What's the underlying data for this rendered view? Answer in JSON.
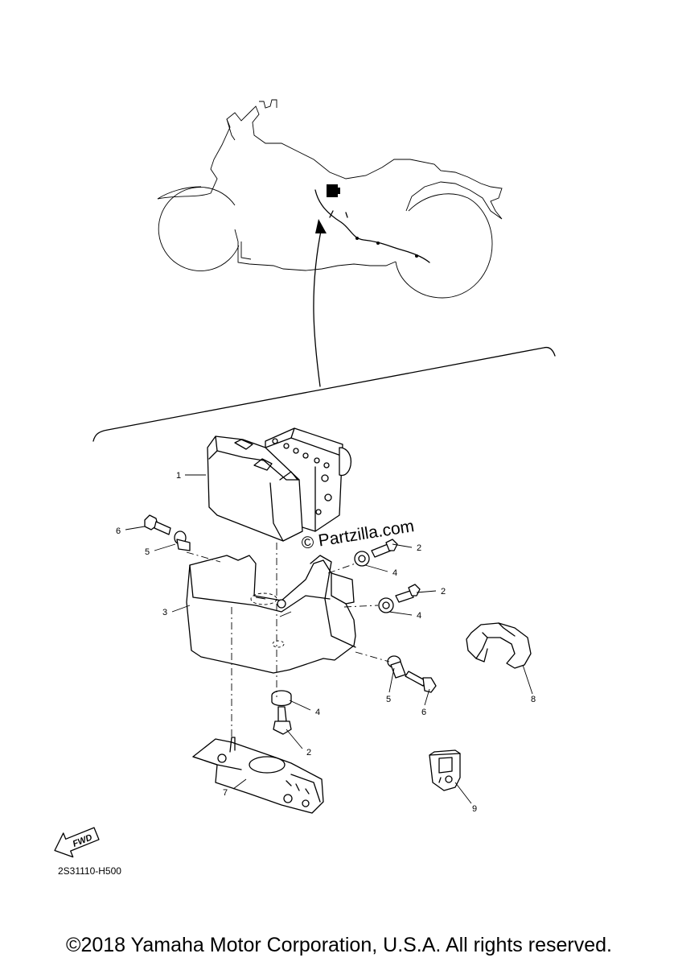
{
  "diagram": {
    "callouts": {
      "c1": "1",
      "c2a": "2",
      "c2b": "2",
      "c2c": "2",
      "c3": "3",
      "c4a": "4",
      "c4b": "4",
      "c4c": "4",
      "c5a": "5",
      "c5b": "5",
      "c6a": "6",
      "c6b": "6",
      "c7": "7",
      "c8": "8",
      "c9": "9"
    },
    "watermark": "© Partzilla.com",
    "fwd_label": "FWD",
    "diagram_code": "2S31110-H500"
  },
  "footer": {
    "copyright": "©2018 Yamaha Motor Corporation, U.S.A. All rights reserved."
  }
}
